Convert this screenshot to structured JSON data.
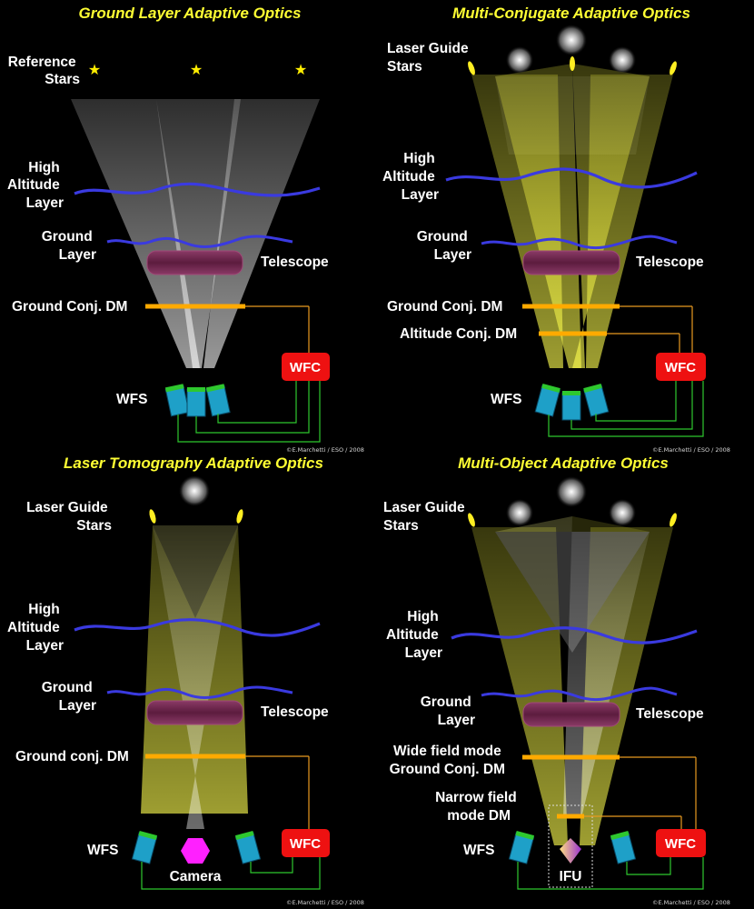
{
  "panels": {
    "glao": {
      "title": "Ground Layer Adaptive Optics",
      "reference_stars": [
        "Reference",
        "Stars"
      ],
      "high_altitude_layer": [
        "High",
        "Altitude",
        "Layer"
      ],
      "ground_layer": [
        "Ground",
        "Layer"
      ],
      "telescope": "Telescope",
      "dm": "Ground Conj. DM",
      "wfs": "WFS",
      "wfc": "WFC",
      "credit": "©E.Marchetti / ESO / 2008"
    },
    "mcao": {
      "title": "Multi-Conjugate Adaptive Optics",
      "laser_guide_stars": [
        "Laser Guide",
        "Stars"
      ],
      "high_altitude_layer": [
        "High",
        "Altitude",
        "Layer"
      ],
      "ground_layer": [
        "Ground",
        "Layer"
      ],
      "telescope": "Telescope",
      "dm": "Ground Conj. DM",
      "dm2": "Altitude Conj. DM",
      "wfs": "WFS",
      "wfc": "WFC",
      "credit": "©E.Marchetti / ESO / 2008"
    },
    "ltao": {
      "title": "Laser Tomography Adaptive Optics",
      "laser_guide_stars": [
        "Laser Guide",
        "Stars"
      ],
      "high_altitude_layer": [
        "High",
        "Altitude",
        "Layer"
      ],
      "ground_layer": [
        "Ground",
        "Layer"
      ],
      "telescope": "Telescope",
      "dm": "Ground conj. DM",
      "wfs": "WFS",
      "camera": "Camera",
      "wfc": "WFC",
      "credit": "©E.Marchetti / ESO / 2008"
    },
    "moao": {
      "title": "Multi-Object Adaptive Optics",
      "laser_guide_stars": [
        "Laser Guide",
        "Stars"
      ],
      "high_altitude_layer": [
        "High",
        "Altitude",
        "Layer"
      ],
      "ground_layer": [
        "Ground",
        "Layer"
      ],
      "telescope": "Telescope",
      "dm": [
        "Wide field mode",
        "Ground Conj. DM"
      ],
      "dm2": [
        "Narrow field",
        "mode DM"
      ],
      "wfs": "WFS",
      "ifu": "IFU",
      "wfc": "WFC",
      "credit": "©E.Marchetti / ESO / 2008"
    }
  },
  "colors": {
    "title": "#ffff33",
    "turbulence": "#3a3ae0",
    "telescope": "#6e2248",
    "dm": "#ffaa00",
    "wfc_box": "#ee1111",
    "wfs_body": "#1ea0c8",
    "wfs_tip": "#2ec82e",
    "feedback": "#2ec82e",
    "light_white": "#dddddd",
    "light_yellow": "#ffff55",
    "camera": "#ff20ff",
    "reference_star": "#ffee00"
  }
}
